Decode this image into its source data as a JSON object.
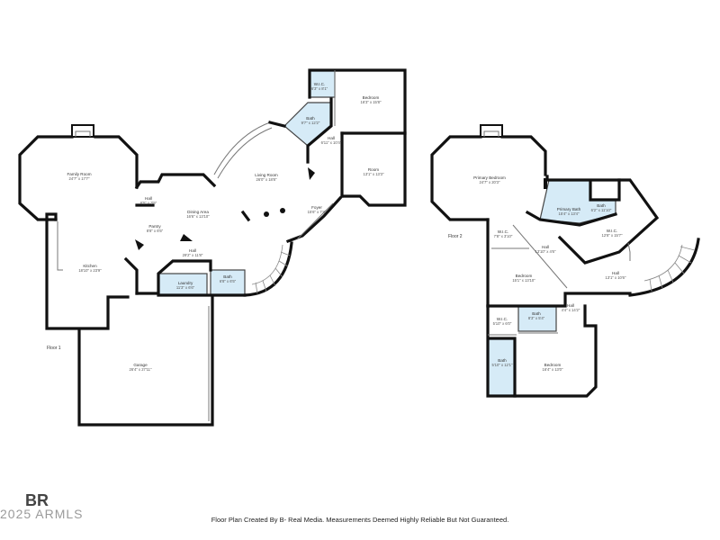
{
  "floors": [
    {
      "label": "Floor 1",
      "rooms": [
        {
          "name": "Bedroom",
          "dims": "16'3\" x 15'8\""
        },
        {
          "name": "W.I.C.",
          "dims": "6'3\" x 8'1\""
        },
        {
          "name": "Bath",
          "dims": "9'7\" x 12'2\""
        },
        {
          "name": "Hall",
          "dims": "6'11\" x 10'4\""
        },
        {
          "name": "Room",
          "dims": "13'1\" x 13'3\""
        },
        {
          "name": "Living Room",
          "dims": "26'0\" x 18'8\""
        },
        {
          "name": "Foyer",
          "dims": "15'6\" x 7'4\""
        },
        {
          "name": "Family Room",
          "dims": "24'7\" x 17'7\""
        },
        {
          "name": "Hall",
          "dims": "6'5\" x 3'5\""
        },
        {
          "name": "Dining Area",
          "dims": "16'6\" x 13'10\""
        },
        {
          "name": "Pantry",
          "dims": "8'8\" x 6'5\""
        },
        {
          "name": "Hall",
          "dims": "29'2\" x 11'8\""
        },
        {
          "name": "Kitchen",
          "dims": "18'10\" x 23'9\""
        },
        {
          "name": "Laundry",
          "dims": "11'3\" x 6'6\""
        },
        {
          "name": "Bath",
          "dims": "6'8\" x 6'5\""
        },
        {
          "name": "Garage",
          "dims": "26'4\" x 27'11\""
        }
      ]
    },
    {
      "label": "Floor 2",
      "rooms": [
        {
          "name": "Primary Bedroom",
          "dims": "24'7\" x 20'3\""
        },
        {
          "name": "Primary Bath",
          "dims": "15'4\" x 13'4\""
        },
        {
          "name": "Bath",
          "dims": "6'2\" x 11'10\""
        },
        {
          "name": "W.I.C.",
          "dims": "12'8\" x 15'7\""
        },
        {
          "name": "W.I.C.",
          "dims": "7'8\" x 3'10\""
        },
        {
          "name": "Hall",
          "dims": "13'10\" x 4'6\""
        },
        {
          "name": "Hall",
          "dims": "13'1\" x 10'6\""
        },
        {
          "name": "Bedroom",
          "dims": "15'1\" x 13'10\""
        },
        {
          "name": "Hall",
          "dims": "4'4\" x 14'2\""
        },
        {
          "name": "W.I.C.",
          "dims": "5'10\" x 6'0\""
        },
        {
          "name": "Bath",
          "dims": "8'3\" x 5'4\""
        },
        {
          "name": "Bath",
          "dims": "5'10\" x 12'1\""
        },
        {
          "name": "Bedroom",
          "dims": "16'4\" x 13'0\""
        }
      ]
    }
  ],
  "branding": {
    "logo_text": "BR",
    "credit_text": "2025 ARMLS"
  },
  "caption": "Floor Plan Created By B- Real Media. Measurements Deemed Highly Reliable But Not Guaranteed."
}
